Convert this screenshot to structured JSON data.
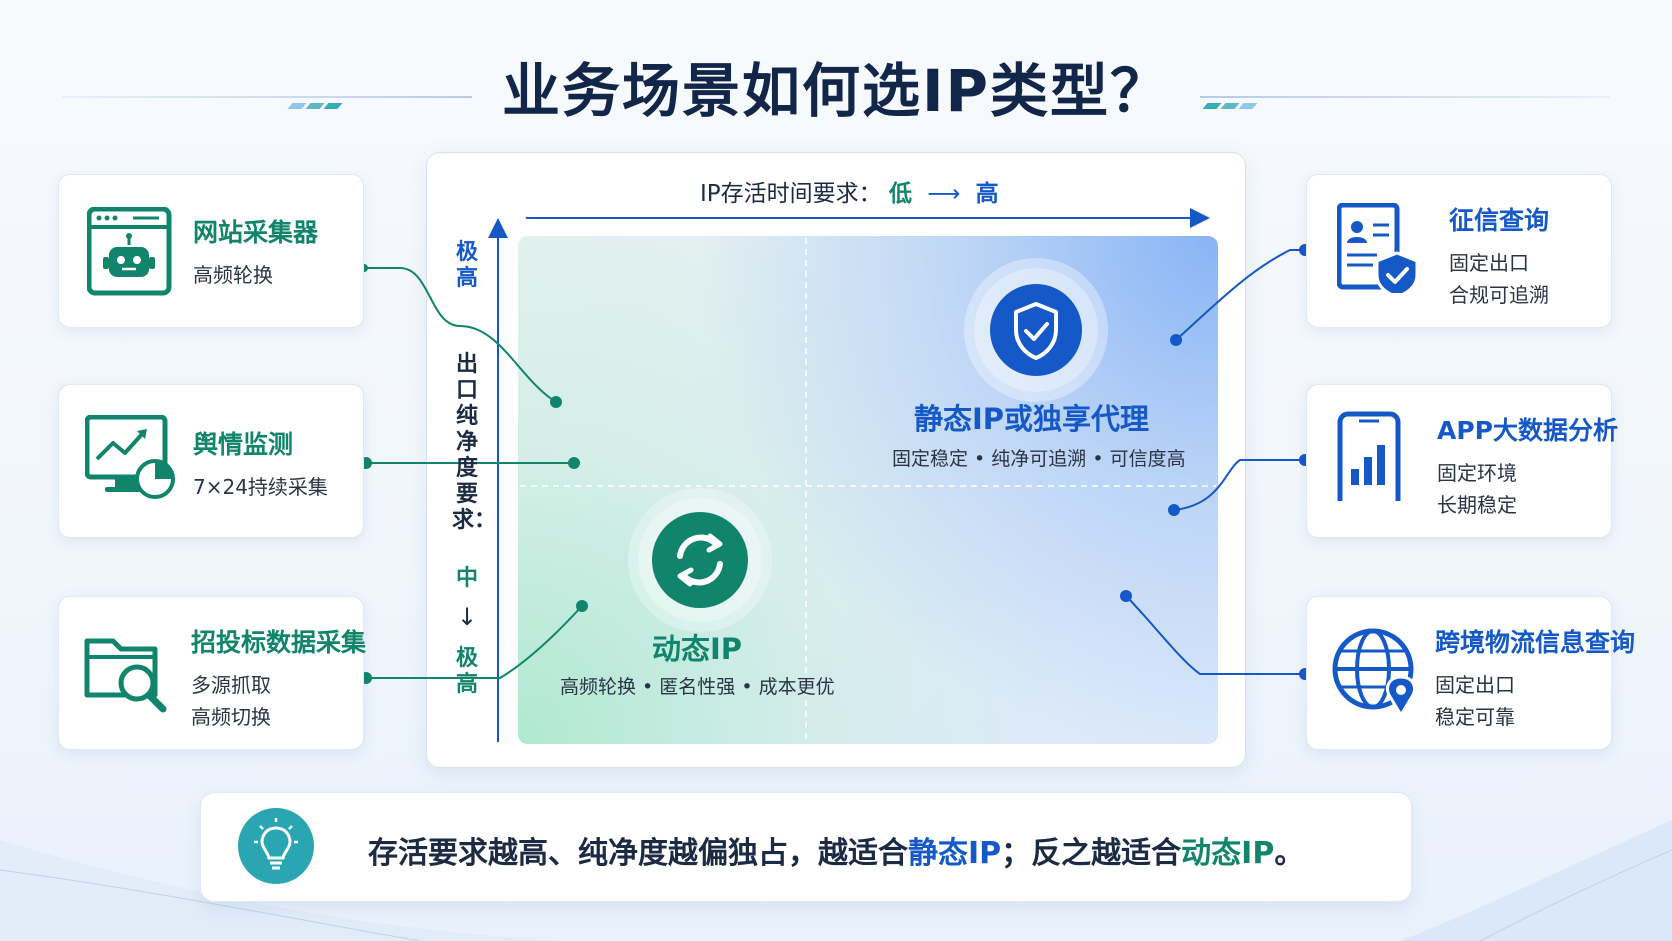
{
  "title": "业务场景如何选IP类型？",
  "x_axis": {
    "label": "IP存活时间要求：",
    "low": "低",
    "arrow": "⟶",
    "high": "高"
  },
  "y_axis": {
    "top": "极高",
    "label": "出口纯净度要求：",
    "mid": "中",
    "arrow": "↓",
    "bottom": "极高"
  },
  "quadrants": {
    "static": {
      "title": "静态IP或独享代理",
      "subtitle": "固定稳定 • 纯净可追溯 • 可信度高",
      "icon": "shield-check-icon"
    },
    "dynamic": {
      "title": "动态IP",
      "subtitle": "高频轮换 • 匿名性强 • 成本更优",
      "icon": "refresh-icon"
    }
  },
  "left_cards": [
    {
      "title": "网站采集器",
      "lines": [
        "高频轮换"
      ],
      "icon": "browser-robot-icon"
    },
    {
      "title": "舆情监测",
      "lines": [
        "7×24持续采集"
      ],
      "icon": "monitor-chart-icon"
    },
    {
      "title": "招投标数据采集",
      "lines": [
        "多源抓取",
        "高频切换"
      ],
      "icon": "folder-search-icon"
    }
  ],
  "right_cards": [
    {
      "title": "征信查询",
      "lines": [
        "固定出口",
        "合规可追溯"
      ],
      "icon": "id-document-shield-icon"
    },
    {
      "title": "APP大数据分析",
      "lines": [
        "固定环境",
        "长期稳定"
      ],
      "icon": "phone-bar-chart-icon"
    },
    {
      "title": "跨境物流信息查询",
      "lines": [
        "固定出口",
        "稳定可靠"
      ],
      "icon": "globe-location-icon"
    }
  ],
  "tip": {
    "part1": "存活要求越高、纯净度越偏独占，越适合",
    "static": "静态IP",
    "part2": "；反之越适合",
    "dynamic": "动态IP",
    "part3": "。",
    "icon": "lightbulb-icon"
  },
  "colors": {
    "green": "#11856b",
    "blue": "#1459c7",
    "navy": "#12264a"
  }
}
